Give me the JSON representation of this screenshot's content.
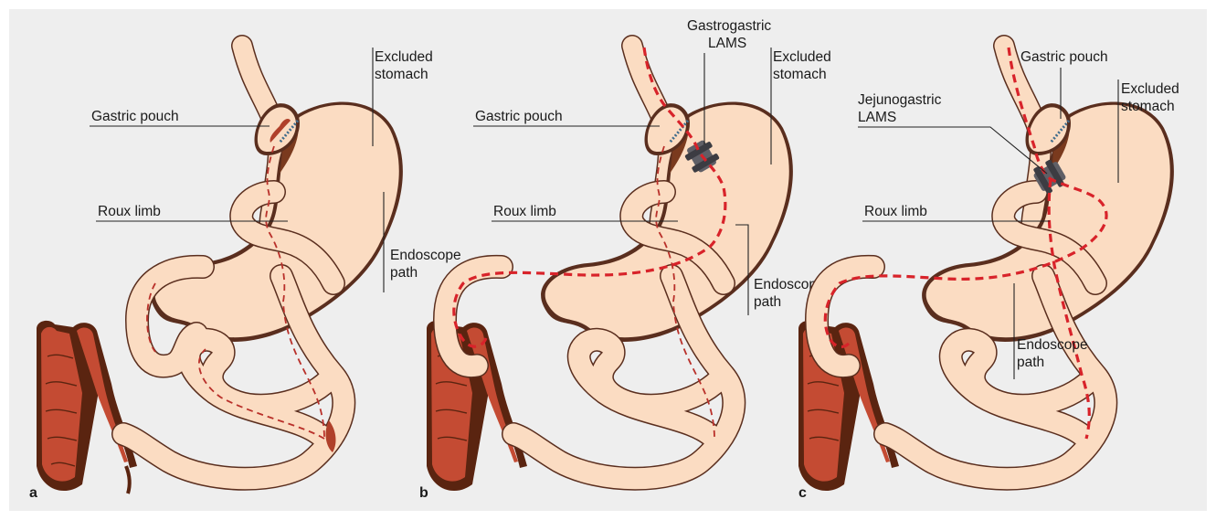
{
  "panels": [
    {
      "letter": "a",
      "labels": {
        "excluded_stomach_1": "Excluded",
        "excluded_stomach_2": "stomach",
        "gastric_pouch": "Gastric pouch",
        "roux_limb": "Roux limb",
        "endoscope_path_1": "Endoscope",
        "endoscope_path_2": "path"
      }
    },
    {
      "letter": "b",
      "labels": {
        "lams_1": "Gastrogastric",
        "lams_2": "LAMS",
        "excluded_stomach_1": "Excluded",
        "excluded_stomach_2": "stomach",
        "gastric_pouch": "Gastric pouch",
        "roux_limb": "Roux limb",
        "endoscope_path_1": "Endoscope",
        "endoscope_path_2": "path"
      }
    },
    {
      "letter": "c",
      "labels": {
        "gastric_pouch": "Gastric pouch",
        "lams_1": "Jejunogastric",
        "lams_2": "LAMS",
        "excluded_stomach_1": "Excluded",
        "excluded_stomach_2": "stomach",
        "roux_limb": "Roux limb",
        "endoscope_path_1": "Endoscope",
        "endoscope_path_2": "path"
      }
    }
  ],
  "colors": {
    "background": "#eeeeee",
    "tissue_fill": "#fbdcc2",
    "tissue_outline": "#5a2e1e",
    "colon": "#c44b33",
    "endoscope_path": "#d8232a",
    "lams_stent": "#5f5f66"
  }
}
